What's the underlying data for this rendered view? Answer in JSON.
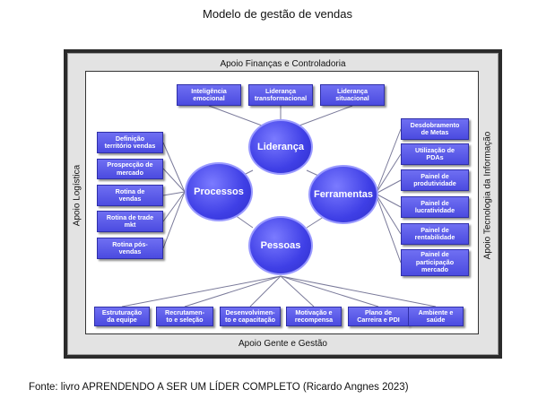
{
  "title": "Modelo de gestão de vendas",
  "frame": {
    "top": "Apoio Finanças e Controladoria",
    "bottom": "Apoio Gente e Gestão",
    "left": "Apoio Logística",
    "right": "Apoio Tecnologia da Informação"
  },
  "hubs": {
    "lideranca": "Liderança",
    "processos": "Processos",
    "ferramentas": "Ferramentas",
    "pessoas": "Pessoas"
  },
  "top_boxes": [
    "Inteligência\nemocional",
    "Liderança\ntransformacional",
    "Liderança\nsituacional"
  ],
  "left_boxes": [
    "Definição\nterritório vendas",
    "Prospecção de\nmercado",
    "Rotina de\nvendas",
    "Rotina de trade\nmkt",
    "Rotina pós-\nvendas"
  ],
  "right_boxes": [
    "Desdobramento\nde Metas",
    "Utilização de\nPDAs",
    "Painel de\nprodutividade",
    "Painel de\nlucratividade",
    "Painel de\nrentabilidade",
    "Painel de\nparticipação\nmercado"
  ],
  "bottom_boxes": [
    "Estruturação\nda equipe",
    "Recrutamen-\nto e seleção",
    "Desenvolvimen-\nto e capacitação",
    "Motivação e\nrecompensa",
    "Plano de\nCarreira e PDI",
    "Ambiente e\nsaúde"
  ],
  "colors": {
    "box": "#5a5aea",
    "hub": "#3f3fe6",
    "connector": "#7a7a9a"
  },
  "source": "Fonte: livro APRENDENDO A SER UM LÍDER COMPLETO (Ricardo Angnes 2023)"
}
